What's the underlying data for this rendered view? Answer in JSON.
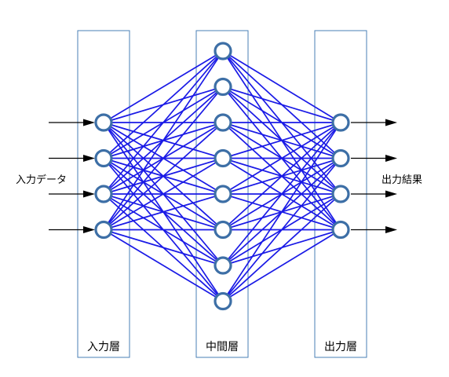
{
  "labels": {
    "input_layer": "入力層",
    "hidden_layer": "中間層",
    "output_layer": "出力層",
    "input_data": "入力データ",
    "output_result": "出力結果"
  },
  "network": {
    "input_nodes": 4,
    "hidden_nodes": 8,
    "output_nodes": 4
  },
  "colors": {
    "edge": "#1a1ae6",
    "node_stroke": "#3d6fa6",
    "layer_box": "#4a7fb5",
    "arrow": "#000000"
  }
}
